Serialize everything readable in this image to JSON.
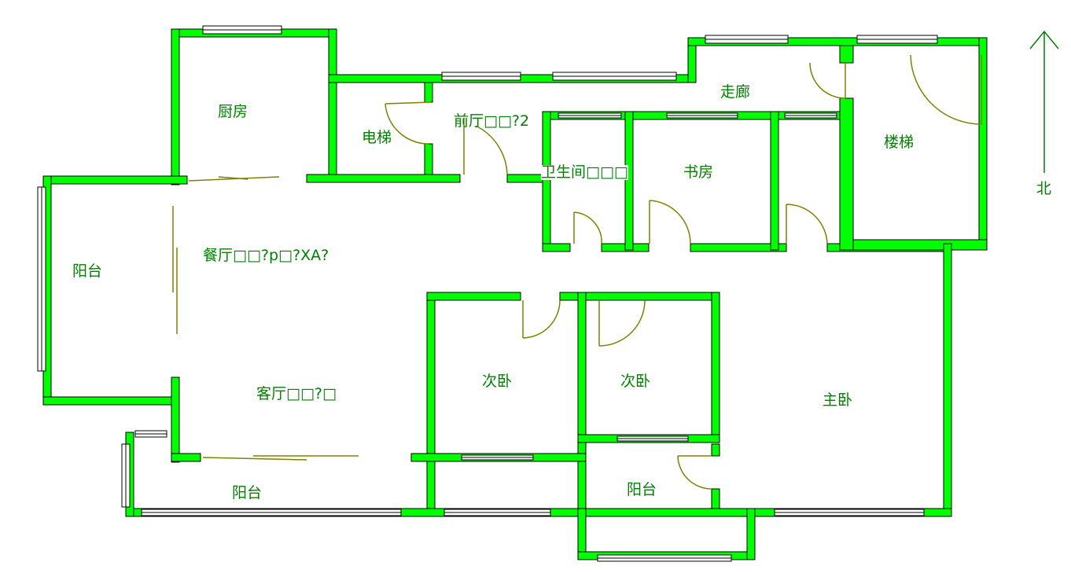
{
  "colors": {
    "wall": "#00ff00",
    "wall_outline": "#000000",
    "door": "#808000",
    "label": "#008000",
    "north": "#008000"
  },
  "rooms": [
    {
      "id": "kitchen",
      "label": "厨房"
    },
    {
      "id": "elevator",
      "label": "电梯"
    },
    {
      "id": "foyer",
      "label": "前厅□□?2"
    },
    {
      "id": "corridor",
      "label": "走廊"
    },
    {
      "id": "stairs",
      "label": "楼梯"
    },
    {
      "id": "bathroom",
      "label": "卫生间□□□"
    },
    {
      "id": "study",
      "label": "书房"
    },
    {
      "id": "balcony-west",
      "label": "阳台"
    },
    {
      "id": "dining",
      "label": "餐厅□□?p□?XA?"
    },
    {
      "id": "living",
      "label": "客厅□□?□"
    },
    {
      "id": "bedroom-2a",
      "label": "次卧"
    },
    {
      "id": "bedroom-2b",
      "label": "次卧"
    },
    {
      "id": "master-bedroom",
      "label": "主卧"
    },
    {
      "id": "balcony-south",
      "label": "阳台"
    },
    {
      "id": "balcony-small",
      "label": "阳台"
    }
  ],
  "north": {
    "label": "北",
    "icon": "north-arrow-icon"
  }
}
